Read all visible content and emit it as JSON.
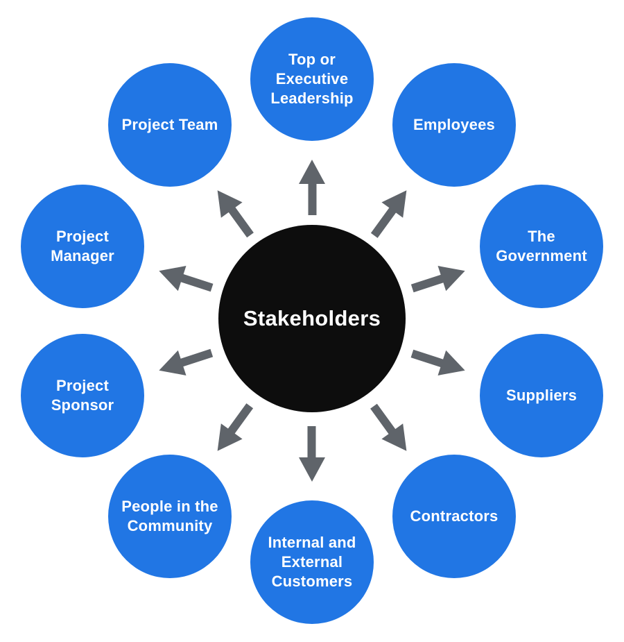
{
  "diagram": {
    "title": "Stakeholders",
    "nodes": [
      {
        "label": "Top or Executive Leadership"
      },
      {
        "label": "Employees"
      },
      {
        "label": "The Government"
      },
      {
        "label": "Suppliers"
      },
      {
        "label": "Contractors"
      },
      {
        "label": "Internal and External Customers"
      },
      {
        "label": "People in the Community"
      },
      {
        "label": "Project Sponsor"
      },
      {
        "label": "Project Manager"
      },
      {
        "label": "Project Team"
      }
    ]
  },
  "colors": {
    "node_fill": "#2176E4",
    "center_fill": "#0D0D0D",
    "arrow": "#5F646A",
    "text": "#FFFFFF",
    "background": "#FFFFFF"
  }
}
